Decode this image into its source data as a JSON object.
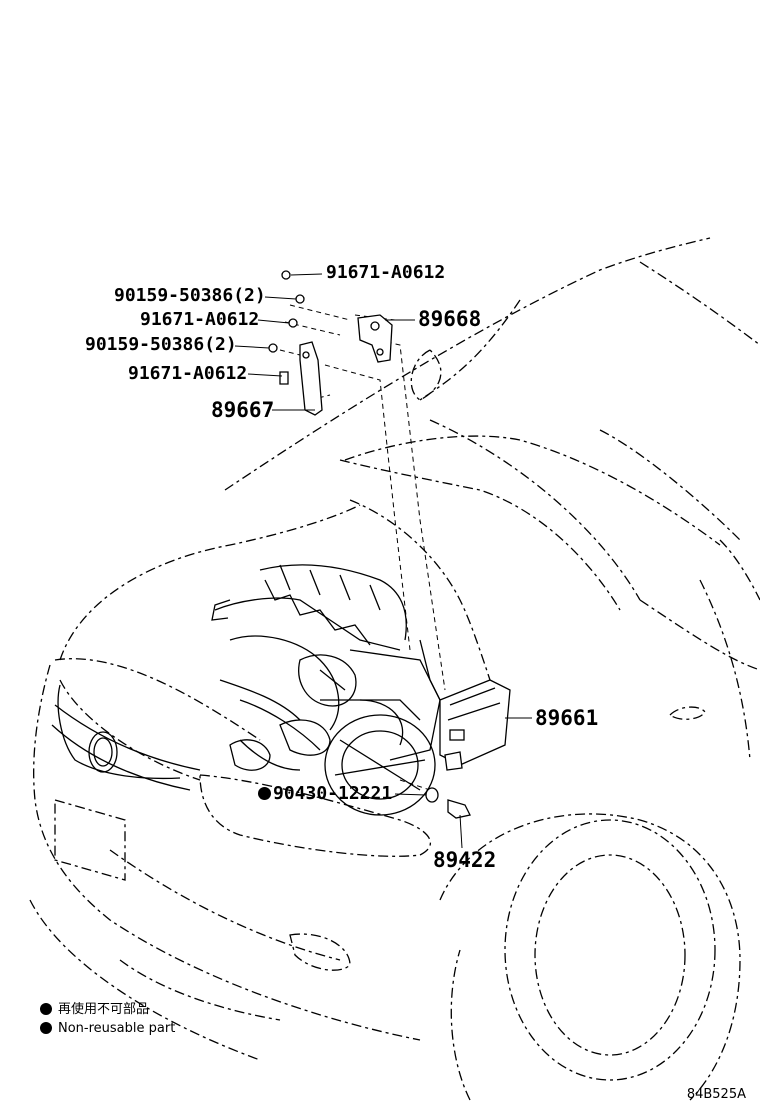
{
  "callouts": {
    "p1": "91671-A0612",
    "p2": "90159-50386(2)",
    "p3": "91671-A0612",
    "p4": "89668",
    "p5": "90159-50386(2)",
    "p6": "91671-A0612",
    "p7": "89667",
    "p8": "89661",
    "p9": "90430-12221",
    "p10": "89422"
  },
  "legend": {
    "line1": "再使用不可部品",
    "line2": "Non-reusable part"
  },
  "diagram_id": "84B525A"
}
